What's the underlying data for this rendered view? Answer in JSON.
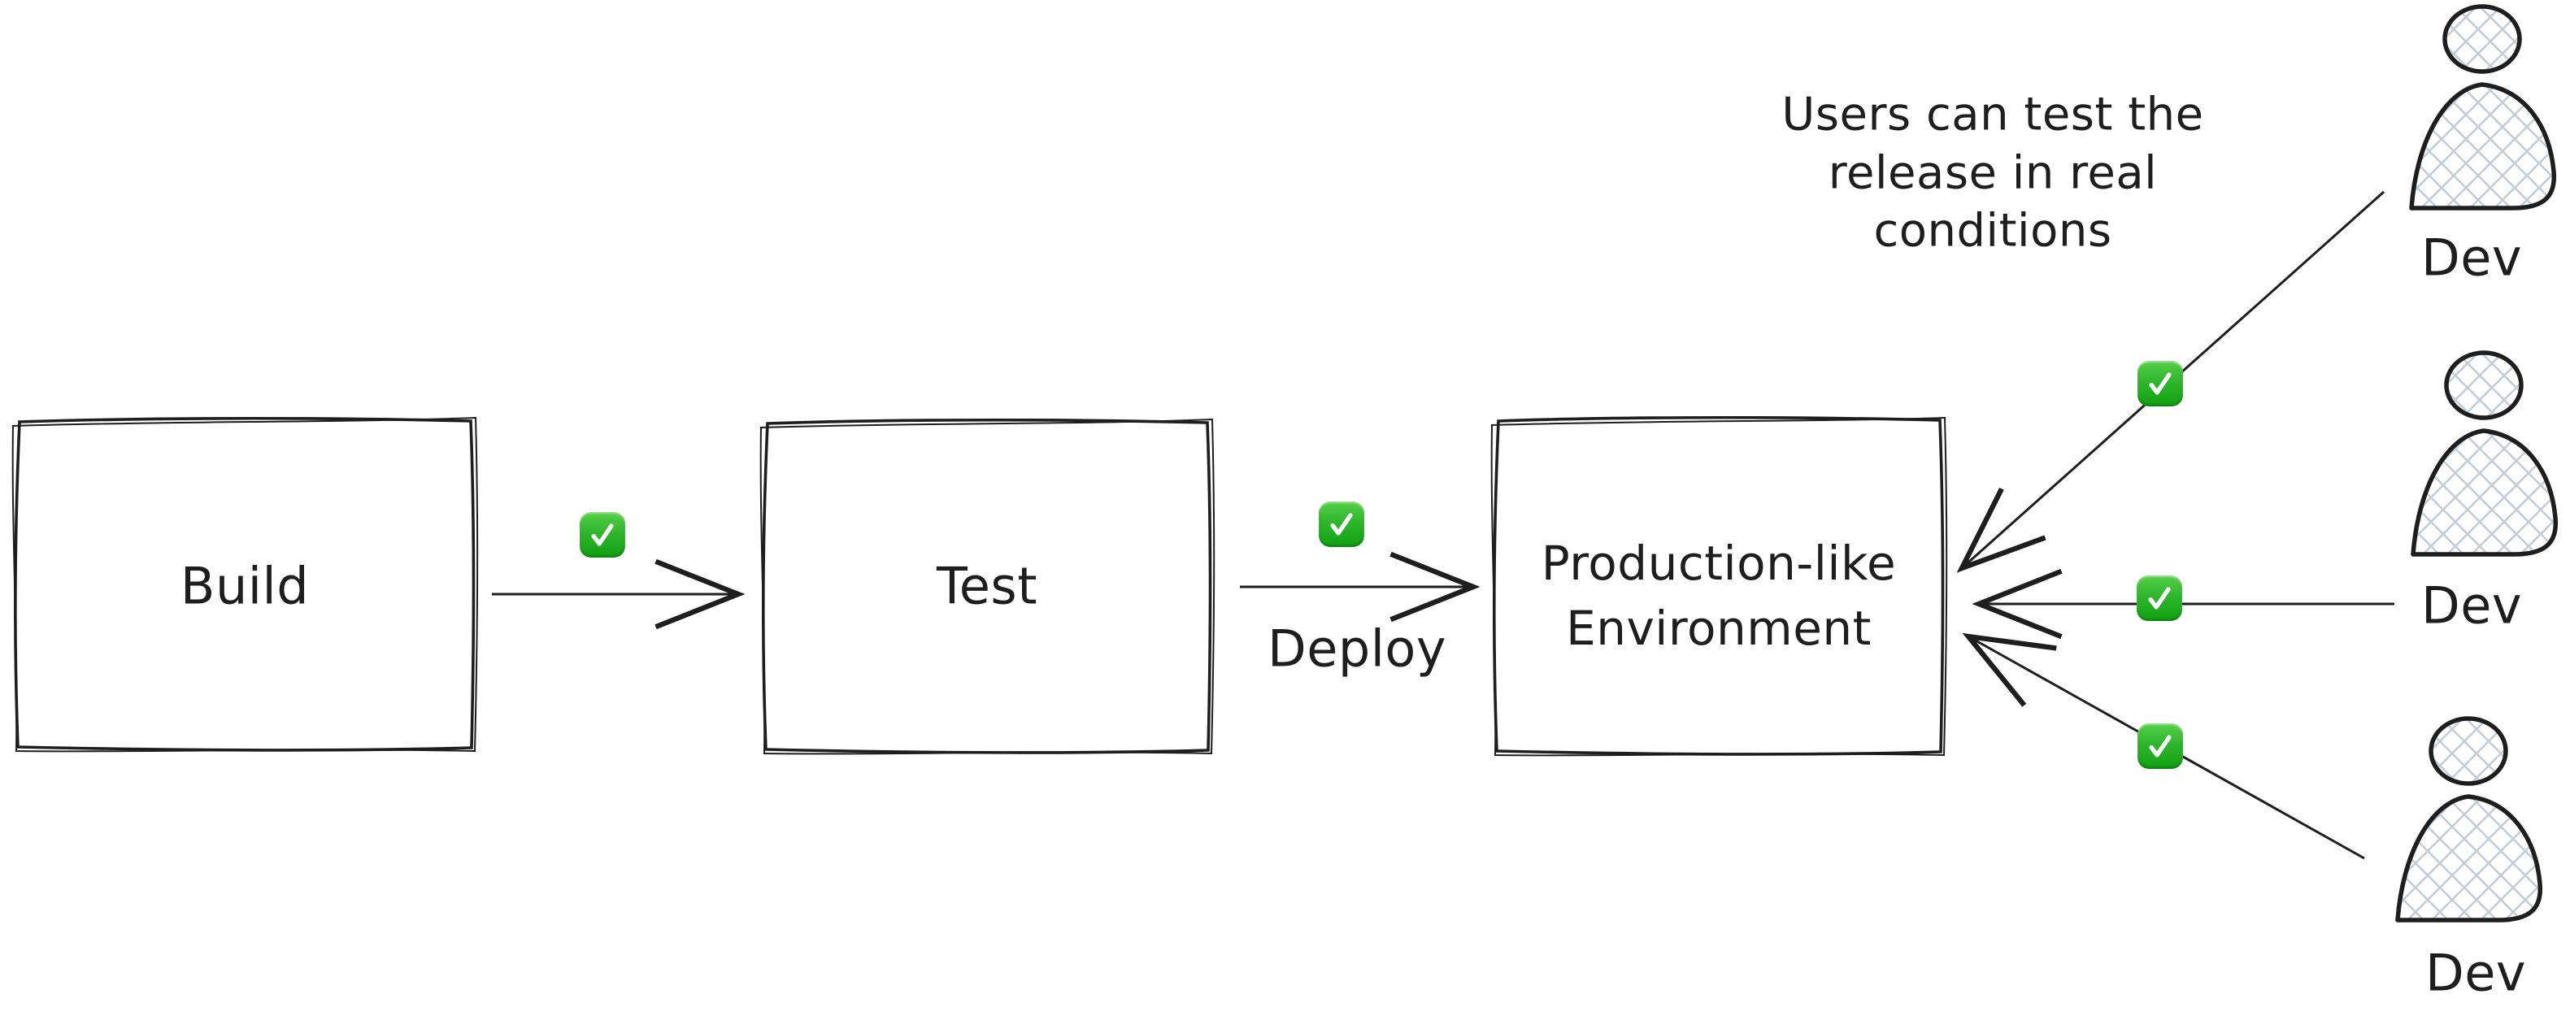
{
  "title": "Release testing flow diagram",
  "note": {
    "text": "Users can test the\nrelease in real conditions"
  },
  "nodes": {
    "build": {
      "label": "Build"
    },
    "test": {
      "label": "Test"
    },
    "production": {
      "label": "Production-like\nEnvironment"
    }
  },
  "edges": {
    "build_to_test": {
      "status_icon": "check-mark-button"
    },
    "test_to_production": {
      "label": "Deploy",
      "status_icon": "check-mark-button"
    },
    "dev_top_to_production": {
      "status_icon": "check-mark-button"
    },
    "dev_middle_to_production": {
      "status_icon": "check-mark-button"
    },
    "dev_bottom_to_production": {
      "status_icon": "check-mark-button"
    }
  },
  "actors": {
    "dev_top": {
      "label": "Dev"
    },
    "dev_middle": {
      "label": "Dev"
    },
    "dev_bottom": {
      "label": "Dev"
    }
  },
  "icons": {
    "check": "check-mark-button"
  },
  "colors": {
    "stroke": "#1e1e1e",
    "hatch": "#c3ced9",
    "check_green": "#2db52c",
    "check_green_light": "#55cf46",
    "check_green_dark": "#11a111",
    "background": "#ffffff"
  }
}
